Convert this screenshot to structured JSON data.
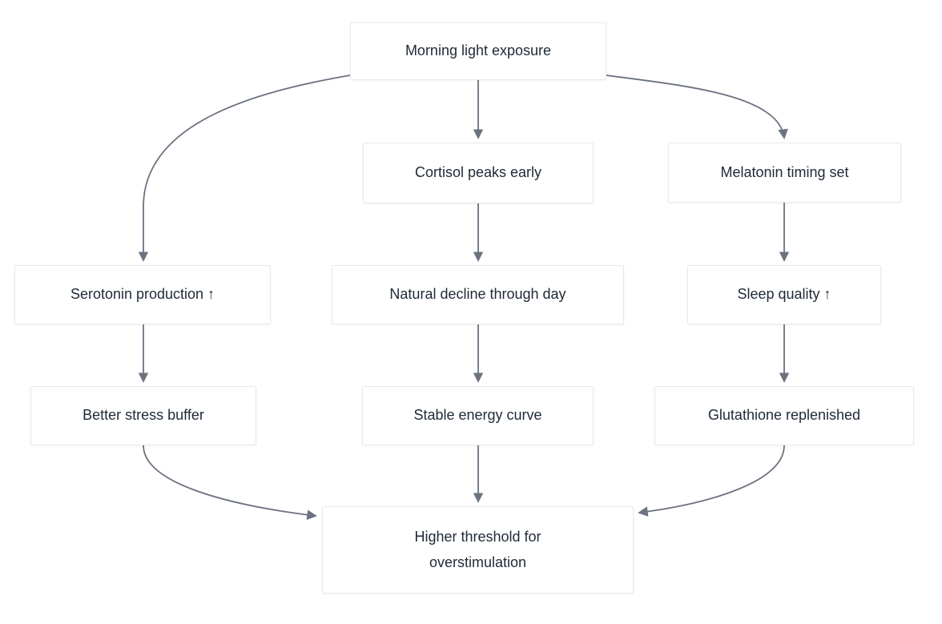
{
  "diagram_type": "flowchart",
  "nodes": {
    "morning": {
      "label": "Morning light exposure"
    },
    "cortisol": {
      "label": "Cortisol peaks early"
    },
    "melatonin": {
      "label": "Melatonin timing set"
    },
    "serotonin": {
      "label": "Serotonin production ↑"
    },
    "decline": {
      "label": "Natural decline through day"
    },
    "sleep": {
      "label": "Sleep quality ↑"
    },
    "stress": {
      "label": "Better stress buffer"
    },
    "energy": {
      "label": "Stable energy curve"
    },
    "glutathione": {
      "label": "Glutathione replenished"
    },
    "threshold": {
      "label": "Higher threshold for overstimulation"
    }
  },
  "edges": [
    {
      "from": "morning",
      "to": "cortisol"
    },
    {
      "from": "morning",
      "to": "serotonin"
    },
    {
      "from": "morning",
      "to": "melatonin"
    },
    {
      "from": "cortisol",
      "to": "decline"
    },
    {
      "from": "melatonin",
      "to": "sleep"
    },
    {
      "from": "serotonin",
      "to": "stress"
    },
    {
      "from": "decline",
      "to": "energy"
    },
    {
      "from": "sleep",
      "to": "glutathione"
    },
    {
      "from": "stress",
      "to": "threshold"
    },
    {
      "from": "energy",
      "to": "threshold"
    },
    {
      "from": "glutathione",
      "to": "threshold"
    }
  ],
  "colors": {
    "bg": "#ffffff",
    "node_fill": "#ffffff",
    "node_border": "#e7e9ec",
    "edge": "#6b7280",
    "text": "#1f2937"
  }
}
